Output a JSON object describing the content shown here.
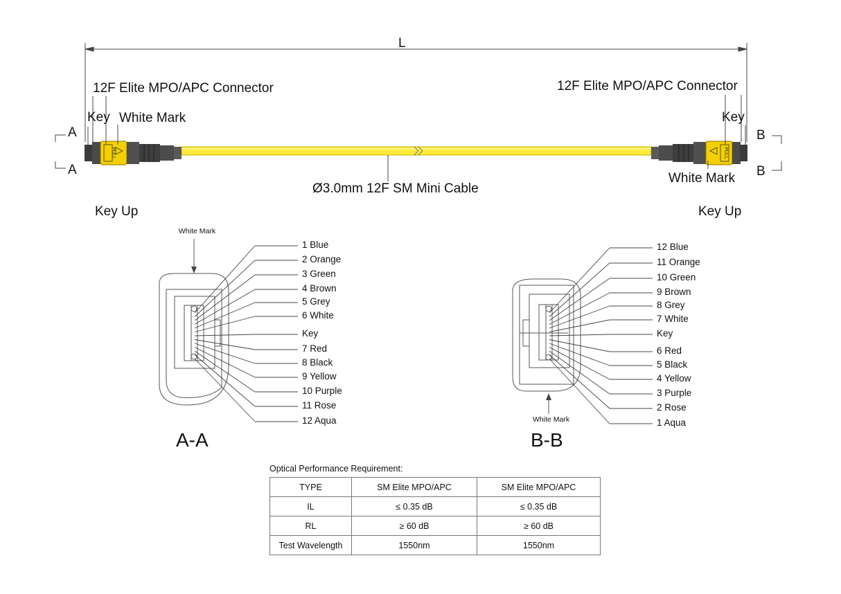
{
  "cable": {
    "length_label": "L",
    "left_connector": "12F Elite MPO/APC Connector",
    "right_connector": "12F Elite MPO/APC Connector",
    "left_key": "Key",
    "right_key": "Key",
    "left_white_mark": "White Mark",
    "right_white_mark": "White Mark",
    "cable_label": "Ø3.0mm 12F SM Mini Cable",
    "left_orientation": "Key Up",
    "right_orientation": "Key Up",
    "section_a_top": "A",
    "section_a_bottom": "A",
    "section_b_top": "B",
    "section_b_bottom": "B",
    "boot_text": "PULL",
    "cable_color": "#ffeb3b",
    "connector_yellow": "#f5d000"
  },
  "section_aa": {
    "title": "A-A",
    "white_mark": "White Mark",
    "fibers": [
      "1 Blue",
      "2 Orange",
      "3 Green",
      "4 Brown",
      "5 Grey",
      "6 White",
      "Key",
      "7 Red",
      "8 Black",
      "9 Yellow",
      "10 Purple",
      "11 Rose",
      "12 Aqua"
    ]
  },
  "section_bb": {
    "title": "B-B",
    "white_mark": "White Mark",
    "fibers": [
      "12 Blue",
      "11 Orange",
      "10 Green",
      "9 Brown",
      "8 Grey",
      "7 White",
      "Key",
      "6 Red",
      "5 Black",
      "4 Yellow",
      "3 Purple",
      "2 Rose",
      "1 Aqua"
    ]
  },
  "performance": {
    "title": "Optical Performance Requirement:",
    "header": [
      "TYPE",
      "SM Elite MPO/APC",
      "SM Elite MPO/APC"
    ],
    "rows": [
      [
        "IL",
        "≤ 0.35 dB",
        "≤ 0.35 dB"
      ],
      [
        "RL",
        "≥ 60 dB",
        "≥ 60 dB"
      ],
      [
        "Test Wavelength",
        "1550nm",
        "1550nm"
      ]
    ]
  }
}
